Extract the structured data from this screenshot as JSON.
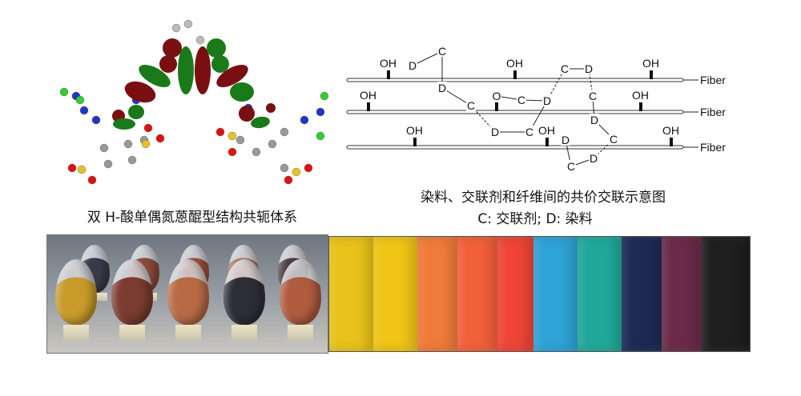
{
  "left_figure": {
    "caption": "双 H-酸单偶氮蒽醌型结构共轭体系"
  },
  "right_figure": {
    "caption_line1": "染料、交联剂和纤维间的共价交联示意图",
    "caption_line2": "C:  交联剂; D:  染料",
    "fiber_label": "Fiber",
    "oh_label": "OH",
    "nodes": [
      "D",
      "C",
      "D",
      "C",
      "O",
      "C",
      "D",
      "C",
      "D",
      "C",
      "D",
      "C",
      "D",
      "C",
      "D",
      "D",
      "C"
    ]
  },
  "fabric_colors": [
    "#e8c21a",
    "#f0c516",
    "#f07a3a",
    "#f2603a",
    "#ef4437",
    "#2ea3d6",
    "#1fa89a",
    "#1e2a55",
    "#6a2a48",
    "#1e1e1e"
  ],
  "bottle_colors": [
    "#c79a2a",
    "#7a3b30",
    "#b86a45",
    "#2d2d38",
    "#b05a3e",
    "#3a3a4a",
    "#8a4a3a",
    "#9c4d36",
    "#a8755a",
    "#4a3c3c"
  ]
}
